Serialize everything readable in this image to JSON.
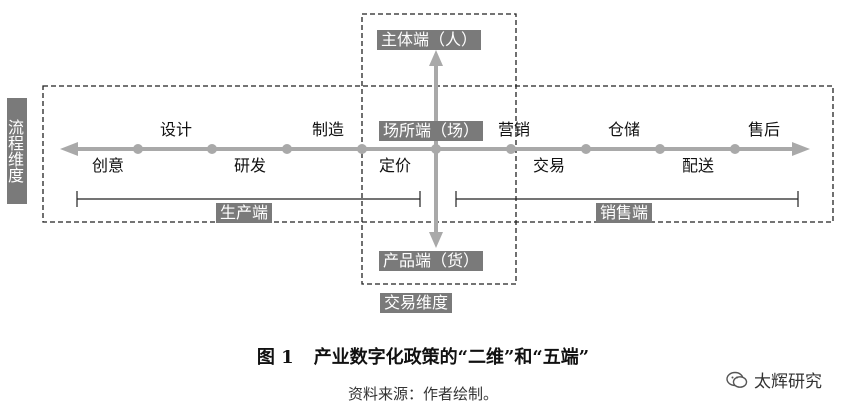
{
  "vertical_axis": {
    "top_label": "主体端（人）",
    "center_label": "场所端（场）",
    "bottom_label": "产品端（货）",
    "axis_label": "交易维度"
  },
  "horizontal_axis": {
    "axis_label": "流程维度",
    "stages_above": [
      "设计",
      "制造",
      "营销",
      "仓储",
      "售后"
    ],
    "stages_below": [
      "创意",
      "研发",
      "定价",
      "交易",
      "配送"
    ]
  },
  "segments": {
    "left": "生产端",
    "right": "销售端"
  },
  "colors": {
    "arrow": "#a9a9a9",
    "tag_background": "#7a7a7a",
    "dashed_border": "#222222"
  },
  "caption": {
    "number": "图 1",
    "title": "产业数字化政策的“二维”和“五端”"
  },
  "source": "资料来源：作者绘制。",
  "watermark": "太辉研究"
}
